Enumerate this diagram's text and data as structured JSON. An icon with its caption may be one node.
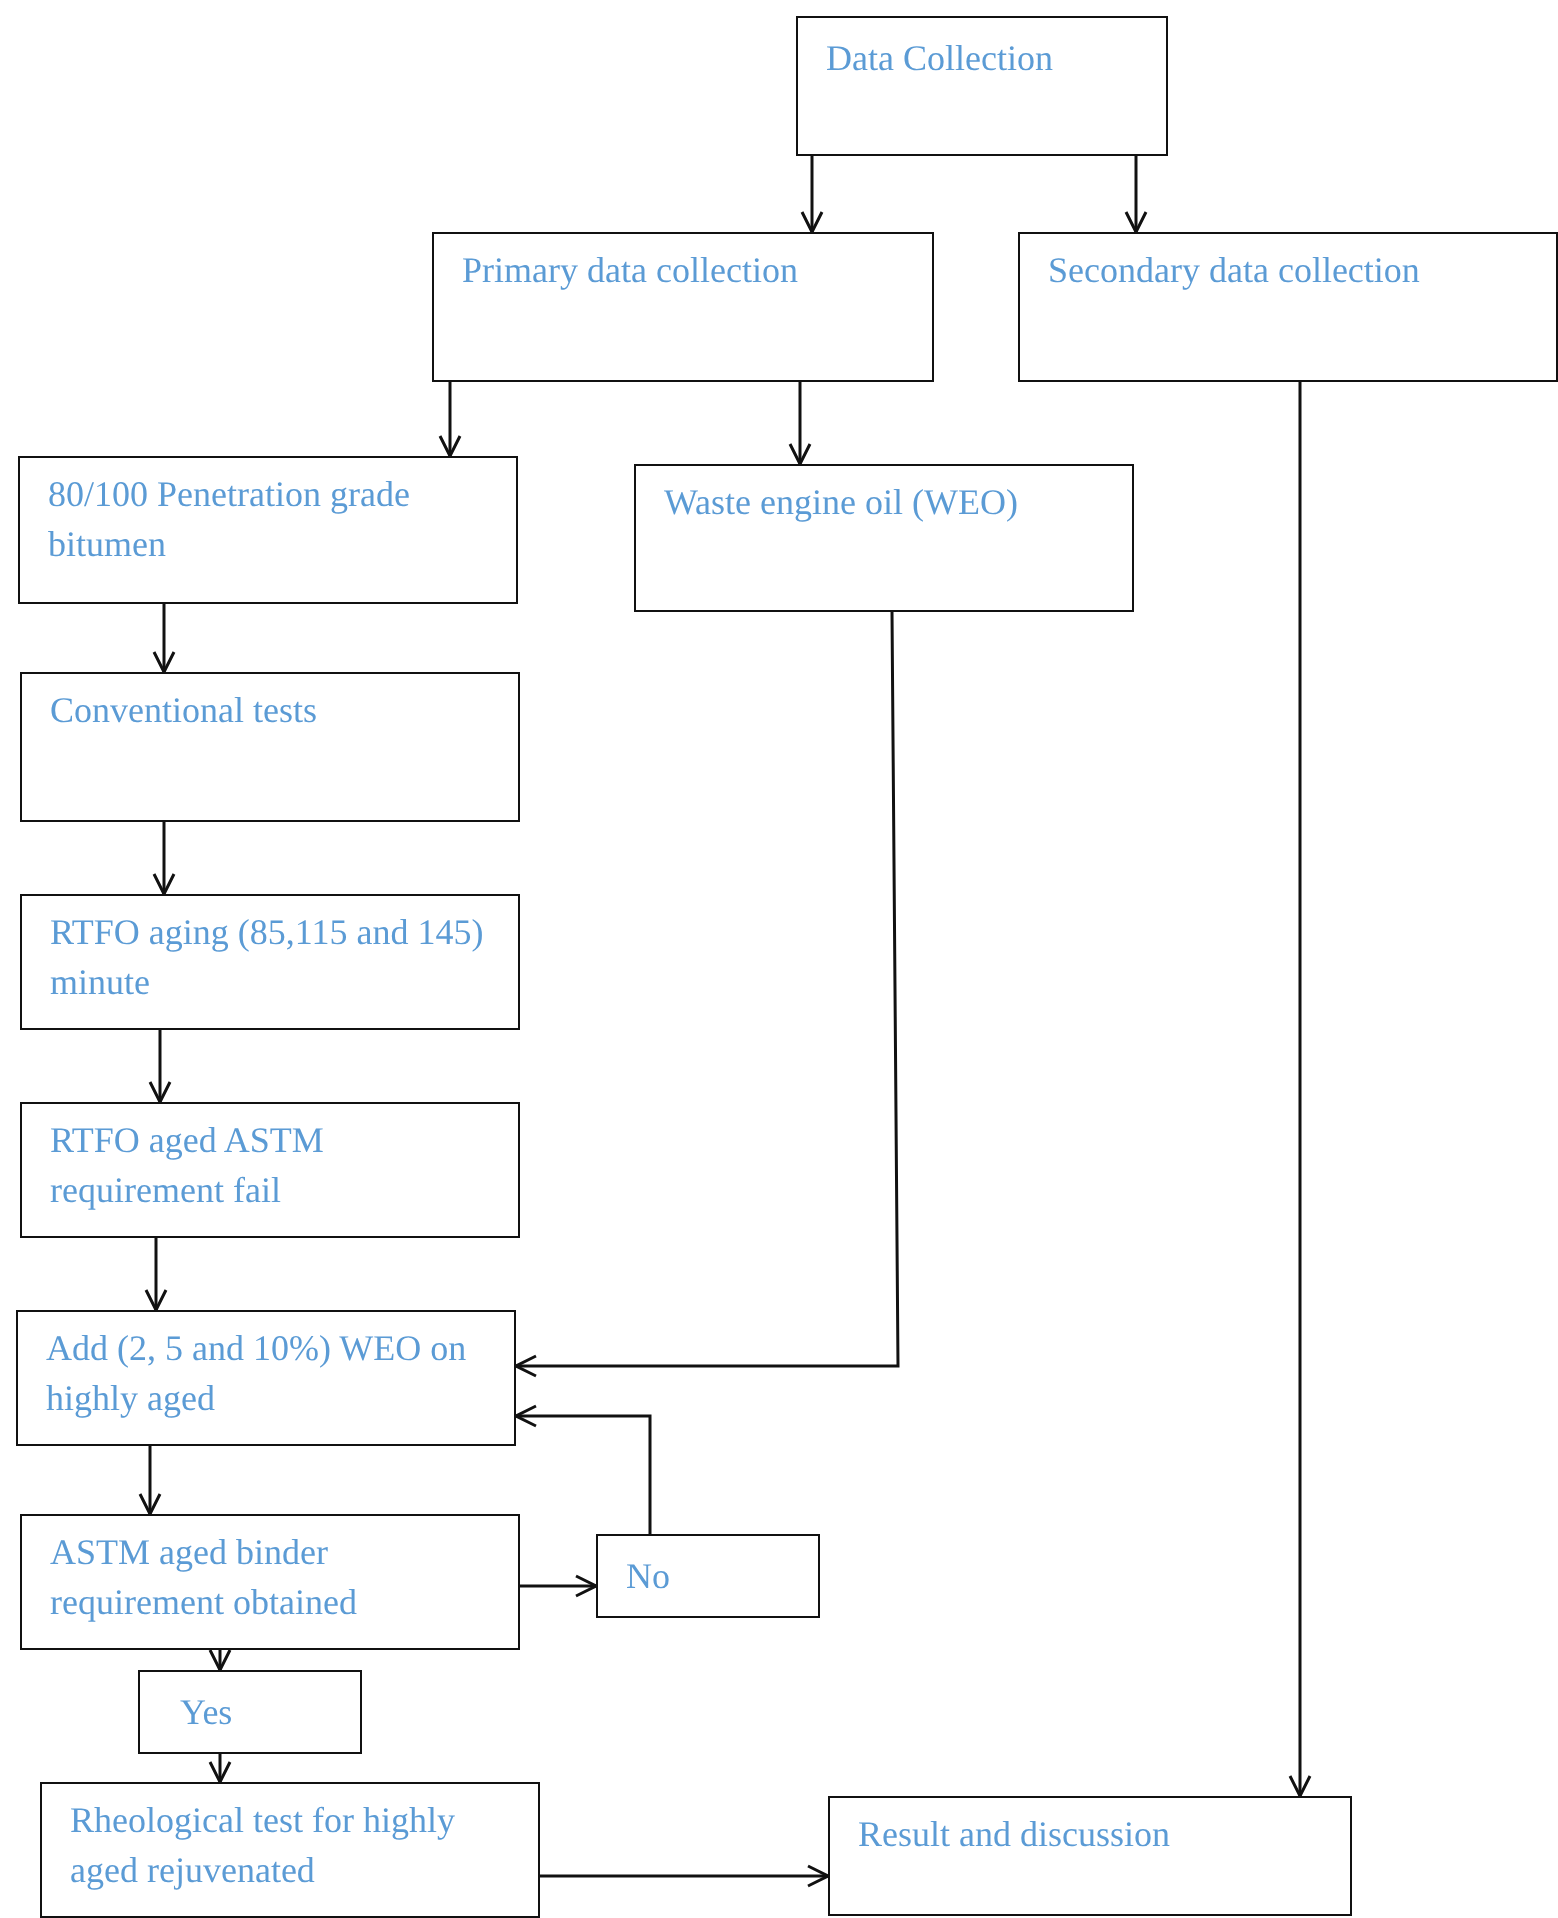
{
  "diagram": {
    "nodes": [
      {
        "text": [
          "Data Collection"
        ]
      },
      {
        "text": [
          "Primary data collection"
        ]
      },
      {
        "text": [
          "Secondary data collection"
        ]
      },
      {
        "text": [
          "80/100 Penetration grade bitumen"
        ]
      },
      {
        "text": [
          "Waste engine oil (WEO)"
        ]
      },
      {
        "text": [
          "Conventional tests"
        ]
      },
      {
        "text": [
          "RTFO aging (85,115 and 145) minute"
        ]
      },
      {
        "text": [
          "RTFO aged ASTM requirement fail"
        ]
      },
      {
        "text": [
          "Add (2, 5 and 10%) WEO on highly aged"
        ]
      },
      {
        "text": [
          "ASTM aged binder requirement obtained"
        ]
      },
      {
        "text": [
          "No"
        ]
      },
      {
        "text": [
          "Yes"
        ]
      },
      {
        "text": [
          "Rheological test for highly aged rejuvenated"
        ]
      },
      {
        "text": [
          "Result and discussion"
        ]
      }
    ],
    "edges": [
      {
        "from": 0,
        "to": 1,
        "arrow": "to"
      },
      {
        "from": 0,
        "to": 2,
        "arrow": "to"
      },
      {
        "from": 1,
        "to": 3,
        "arrow": "to"
      },
      {
        "from": 1,
        "to": 4,
        "arrow": "to"
      },
      {
        "from": 3,
        "to": 5,
        "arrow": "to"
      },
      {
        "from": 5,
        "to": 6,
        "arrow": "to"
      },
      {
        "from": 6,
        "to": 7,
        "arrow": "to"
      },
      {
        "from": 7,
        "to": 8,
        "arrow": "to"
      },
      {
        "from": 4,
        "to": 8,
        "arrow": "to"
      },
      {
        "from": 8,
        "to": 9,
        "arrow": "to"
      },
      {
        "from": 9,
        "to": 10,
        "arrow": "to"
      },
      {
        "from": 10,
        "to": 8,
        "arrow": "to"
      },
      {
        "from": 9,
        "to": 11,
        "arrow": "to"
      },
      {
        "from": 11,
        "to": 12,
        "arrow": "to"
      },
      {
        "from": 2,
        "to": 13,
        "arrow": "to"
      },
      {
        "from": 12,
        "to": 13,
        "arrow": "to"
      }
    ]
  }
}
